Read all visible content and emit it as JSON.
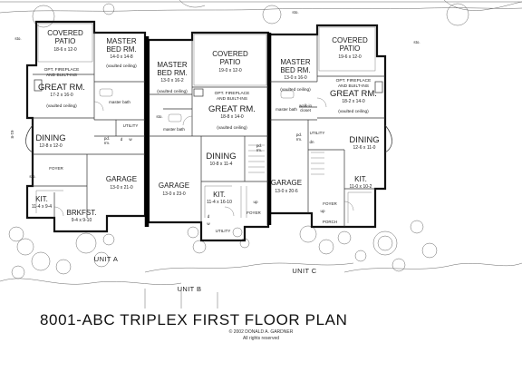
{
  "rooms": {
    "a_covered_patio": {
      "name1": "COVERED",
      "name2": "PATIO",
      "dim": "18-6 x 12-0"
    },
    "a_master": {
      "name1": "MASTER",
      "name2": "BED RM.",
      "dim": "14-0 x 14-8",
      "note": "(vaulted ceiling)"
    },
    "a_great": {
      "name": "GREAT RM.",
      "dim": "17-2 x 16-0",
      "note": "(vaulted ceiling)",
      "opt1": "OPT. FIREPLACE",
      "opt2": "AND BUILT-INS"
    },
    "a_dining": {
      "name": "DINING",
      "dim": "12-8 x 12-0"
    },
    "a_garage": {
      "name": "GARAGE",
      "dim": "13-0 x 21-0"
    },
    "a_kit": {
      "name": "KIT.",
      "dim": "11-4 x 9-4"
    },
    "a_brkfst": {
      "name": "BRKFST.",
      "dim": "9-4 x 9-10"
    },
    "b_covered_patio": {
      "name1": "COVERED",
      "name2": "PATIO",
      "dim": "19-0 x 12-0"
    },
    "b_master": {
      "name1": "MASTER",
      "name2": "BED RM.",
      "dim": "13-0 x 16-2",
      "note": "(vaulted ceiling)"
    },
    "b_great": {
      "name": "GREAT RM.",
      "dim": "18-8 x 14-0",
      "note": "(vaulted ceiling)",
      "opt1": "OPT. FIREPLACE",
      "opt2": "AND BUILT-INS"
    },
    "b_dining": {
      "name": "DINING",
      "dim": "10-8 x 11-4"
    },
    "b_garage": {
      "name": "GARAGE",
      "dim": "13-0 x 23-0"
    },
    "b_kit": {
      "name": "KIT.",
      "dim": "11-4 x 16-10"
    },
    "c_covered_patio": {
      "name1": "COVERED",
      "name2": "PATIO",
      "dim": "19-6 x 12-0"
    },
    "c_master": {
      "name1": "MASTER",
      "name2": "BED RM.",
      "dim": "13-0 x 16-0",
      "note": "(vaulted ceiling)"
    },
    "c_great": {
      "name": "GREAT RM.",
      "dim": "18-2 x 14-0",
      "note": "(vaulted ceiling)",
      "opt1": "OPT. FIREPLACE",
      "opt2": "AND BUILT-INS"
    },
    "c_dining": {
      "name": "DINING",
      "dim": "12-6 x 11-0"
    },
    "c_garage": {
      "name": "GARAGE",
      "dim": "13-0 x 20-6"
    },
    "c_kit": {
      "name": "KIT.",
      "dim": "11-0 x 10-2"
    }
  },
  "labels": {
    "master_bath": "master bath",
    "utility": "UTILITY",
    "pd": "pd.",
    "rm": "rm.",
    "foyer": "FOYER",
    "porch": "PORCH",
    "sto": "sto.",
    "walkin1": "walk-in",
    "walkin2": "closet",
    "up": "up",
    "dn": "dn",
    "w": "w",
    "d": "d",
    "side_dim": "61-8"
  },
  "units": {
    "a": "UNIT A",
    "b": "UNIT B",
    "c": "UNIT C"
  },
  "title": "8001-ABC TRIPLEX FIRST FLOOR PLAN",
  "copyright": "© 2002 DONALD A. GARDNER",
  "rights": "All rights reserved"
}
